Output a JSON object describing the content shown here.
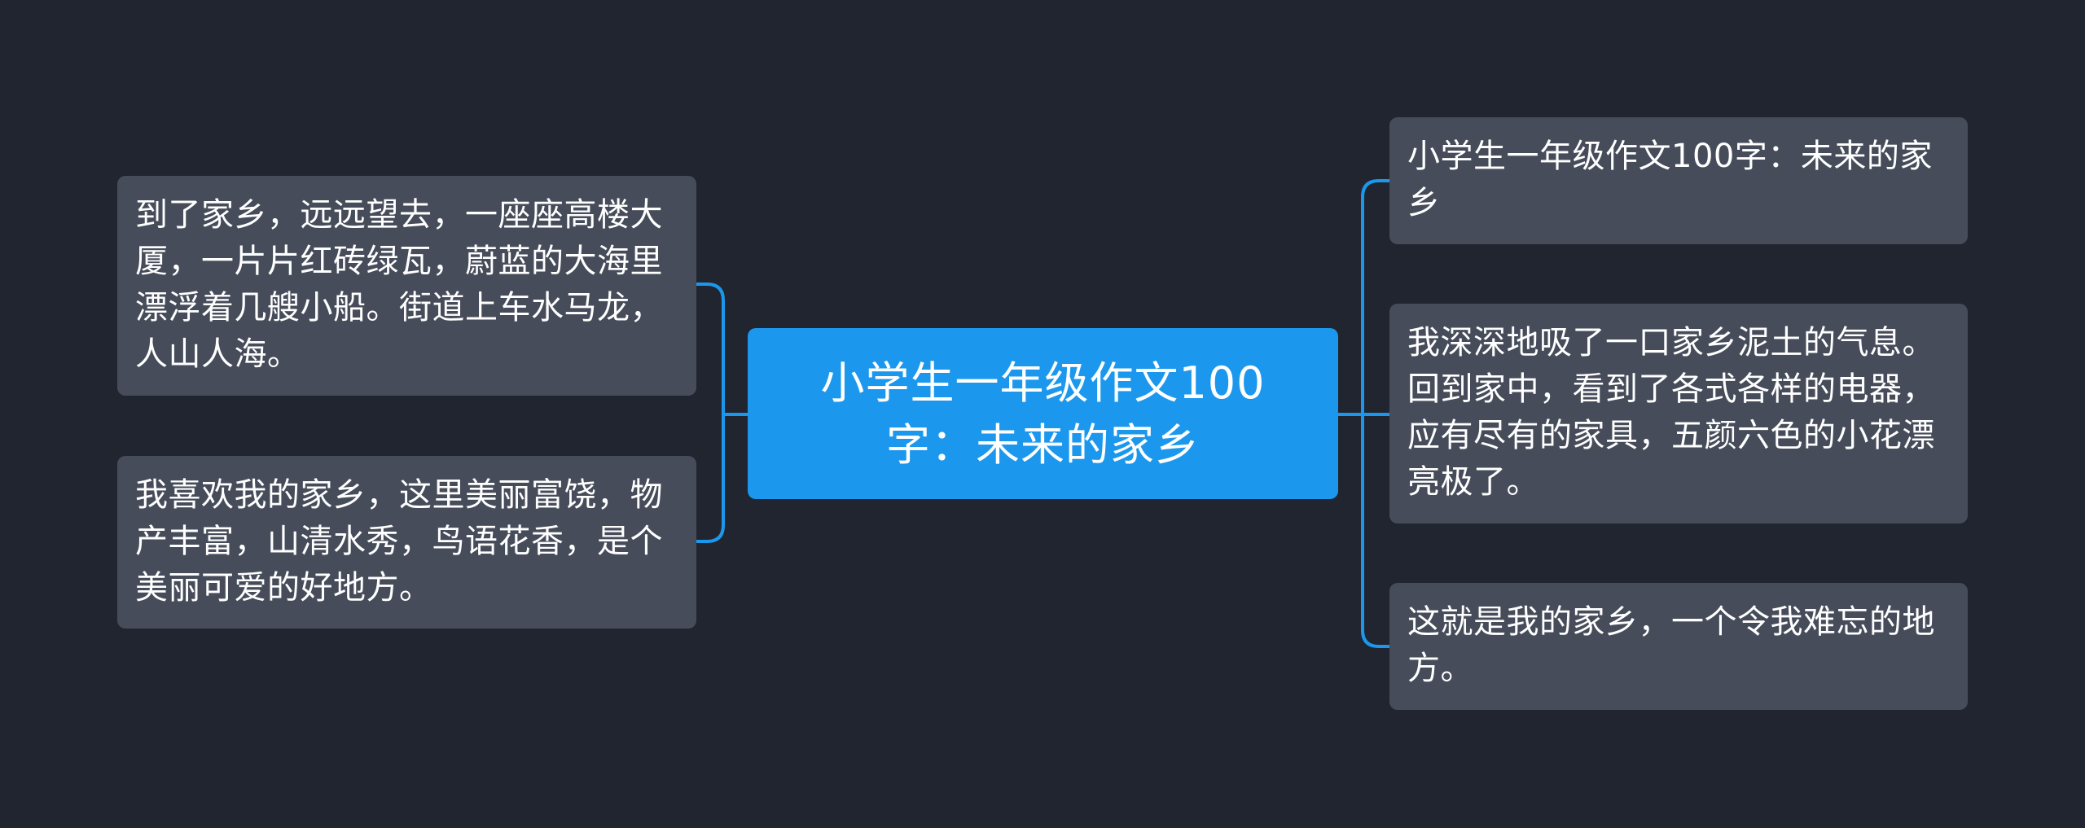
{
  "theme": {
    "background": "#21252f",
    "center_color": "#1b98ee",
    "leaf_color": "#464c5a",
    "connector_color": "#1b98ee",
    "text_color": "#ffffff"
  },
  "center": {
    "text": "小学生一年级作文100字：未来的家乡"
  },
  "left_branches": [
    {
      "text": "到了家乡，远远望去，一座座高楼大厦，一片片红砖绿瓦，蔚蓝的大海里漂浮着几艘小船。街道上车水马龙，人山人海。"
    },
    {
      "text": "我喜欢我的家乡，这里美丽富饶，物产丰富，山清水秀，鸟语花香，是个美丽可爱的好地方。"
    }
  ],
  "right_branches": [
    {
      "text": "小学生一年级作文100字：未来的家乡"
    },
    {
      "text": "我深深地吸了一口家乡泥土的气息。回到家中，看到了各式各样的电器，应有尽有的家具，五颜六色的小花漂亮极了。"
    },
    {
      "text": "这就是我的家乡，一个令我难忘的地方。"
    }
  ]
}
